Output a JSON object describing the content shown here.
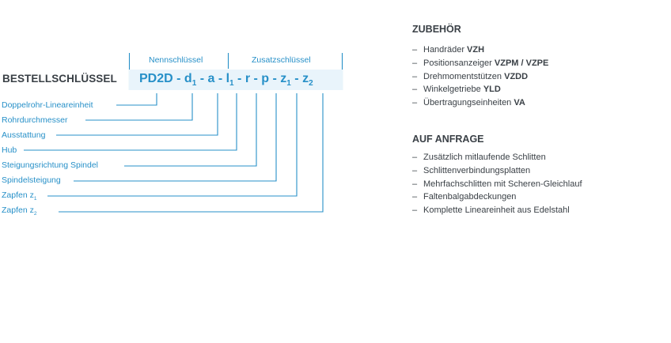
{
  "order_key": {
    "title": "BESTELLSCHLÜSSEL",
    "nominal_key_label": "Nennschlüssel",
    "additional_key_label": "Zusatzschlüssel",
    "code": {
      "prefix": "PD2D",
      "d": "d",
      "d_sub": "1",
      "a": "a",
      "l": "l",
      "l_sub": "1",
      "r": "r",
      "p": "p",
      "z1": "z",
      "z1_sub": "1",
      "z2": "z",
      "z2_sub": "2",
      "sep": " - "
    },
    "labels": [
      {
        "text": "Doppelrohr-Lineareinheit",
        "sub": ""
      },
      {
        "text": "Rohrdurchmesser",
        "sub": ""
      },
      {
        "text": "Ausstattung",
        "sub": ""
      },
      {
        "text": "Hub",
        "sub": ""
      },
      {
        "text": "Steigungsrichtung Spindel",
        "sub": ""
      },
      {
        "text": "Spindelsteigung",
        "sub": ""
      },
      {
        "text": "Zapfen z",
        "sub": "1"
      },
      {
        "text": "Zapfen z",
        "sub": "2"
      }
    ]
  },
  "accessories": {
    "title": "ZUBEHÖR",
    "items": [
      {
        "text": "Handräder ",
        "bold": "VZH"
      },
      {
        "text": "Positionsanzeiger ",
        "bold": "VZPM / VZPE"
      },
      {
        "text": "Drehmomentstützen ",
        "bold": "VZDD"
      },
      {
        "text": "Winkelgetriebe ",
        "bold": "YLD"
      },
      {
        "text": "Übertragungseinheiten ",
        "bold": "VA"
      }
    ]
  },
  "on_request": {
    "title": "AUF ANFRAGE",
    "items": [
      "Zusätzlich mitlaufende Schlitten",
      "Schlittenverbindungsplatten",
      "Mehrfachschlitten mit Scheren-Gleichlauf",
      "Faltenbalgabdeckungen",
      "Komplette Lineareinheit aus Edelstahl"
    ]
  },
  "dash": "–",
  "colors": {
    "accent": "#2790c8",
    "code_bg": "#e9f4fb",
    "text": "#3a4046"
  }
}
